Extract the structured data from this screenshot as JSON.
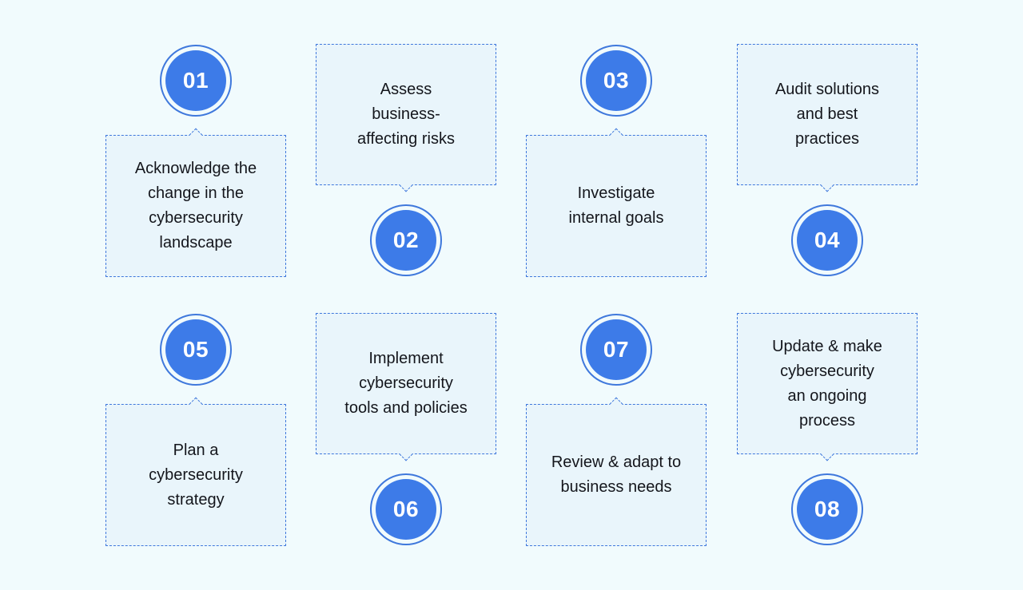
{
  "steps": [
    {
      "number": "01",
      "text": "Acknowledge the\nchange in the\ncybersecurity\nlandscape"
    },
    {
      "number": "02",
      "text": "Assess\nbusiness-\naffecting risks"
    },
    {
      "number": "03",
      "text": "Investigate\ninternal goals"
    },
    {
      "number": "04",
      "text": "Audit solutions\nand best\npractices"
    },
    {
      "number": "05",
      "text": "Plan a\ncybersecurity\nstrategy"
    },
    {
      "number": "06",
      "text": "Implement\ncybersecurity\ntools and policies"
    },
    {
      "number": "07",
      "text": "Review & adapt to\nbusiness needs"
    },
    {
      "number": "08",
      "text": "Update & make\ncybersecurity\nan ongoing\nprocess"
    }
  ],
  "colors": {
    "background": "#f1fbfd",
    "box_fill": "#e9f5fb",
    "border_accent": "#3f78dc",
    "circle_fill": "#3d7be8",
    "number_text": "#ffffff",
    "body_text": "#14161c"
  }
}
